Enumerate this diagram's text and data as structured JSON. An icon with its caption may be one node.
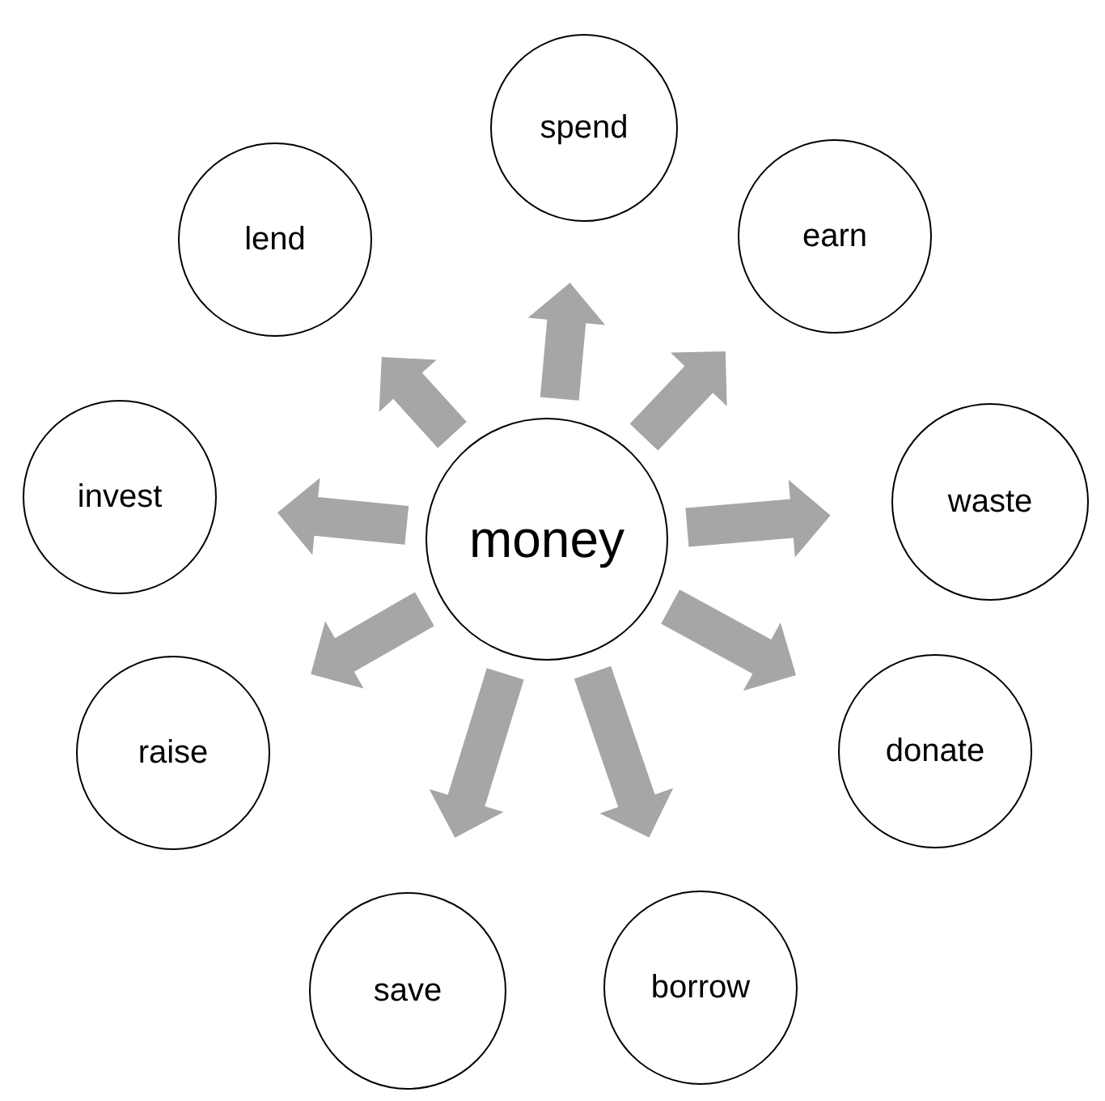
{
  "diagram": {
    "nodes": [
      {
        "text": [
          "spend"
        ]
      },
      {
        "text": [
          "lend"
        ]
      },
      {
        "text": [
          "earn"
        ]
      },
      {
        "text": [
          "invest"
        ]
      },
      {
        "text": [
          "money"
        ]
      },
      {
        "text": [
          "waste"
        ]
      },
      {
        "text": [
          "raise"
        ]
      },
      {
        "text": [
          "donate"
        ]
      },
      {
        "text": [
          "save"
        ]
      },
      {
        "text": [
          "borrow"
        ]
      }
    ],
    "edges": [
      {
        "from": 4,
        "to": 0,
        "arrow": "to",
        "style": "thick",
        "color": "#a6a6a6"
      },
      {
        "from": 4,
        "to": 2,
        "arrow": "to",
        "style": "thick",
        "color": "#a6a6a6"
      },
      {
        "from": 4,
        "to": 5,
        "arrow": "to",
        "style": "thick",
        "color": "#a6a6a6"
      },
      {
        "from": 4,
        "to": 7,
        "arrow": "to",
        "style": "thick",
        "color": "#a6a6a6"
      },
      {
        "from": 4,
        "to": 9,
        "arrow": "to",
        "style": "thick",
        "color": "#a6a6a6"
      },
      {
        "from": 4,
        "to": 8,
        "arrow": "to",
        "style": "thick",
        "color": "#a6a6a6"
      },
      {
        "from": 4,
        "to": 6,
        "arrow": "to",
        "style": "thick",
        "color": "#a6a6a6"
      },
      {
        "from": 4,
        "to": 3,
        "arrow": "to",
        "style": "thick",
        "color": "#a6a6a6"
      },
      {
        "from": 4,
        "to": 1,
        "arrow": "to",
        "style": "thick",
        "color": "#a6a6a6"
      }
    ]
  }
}
